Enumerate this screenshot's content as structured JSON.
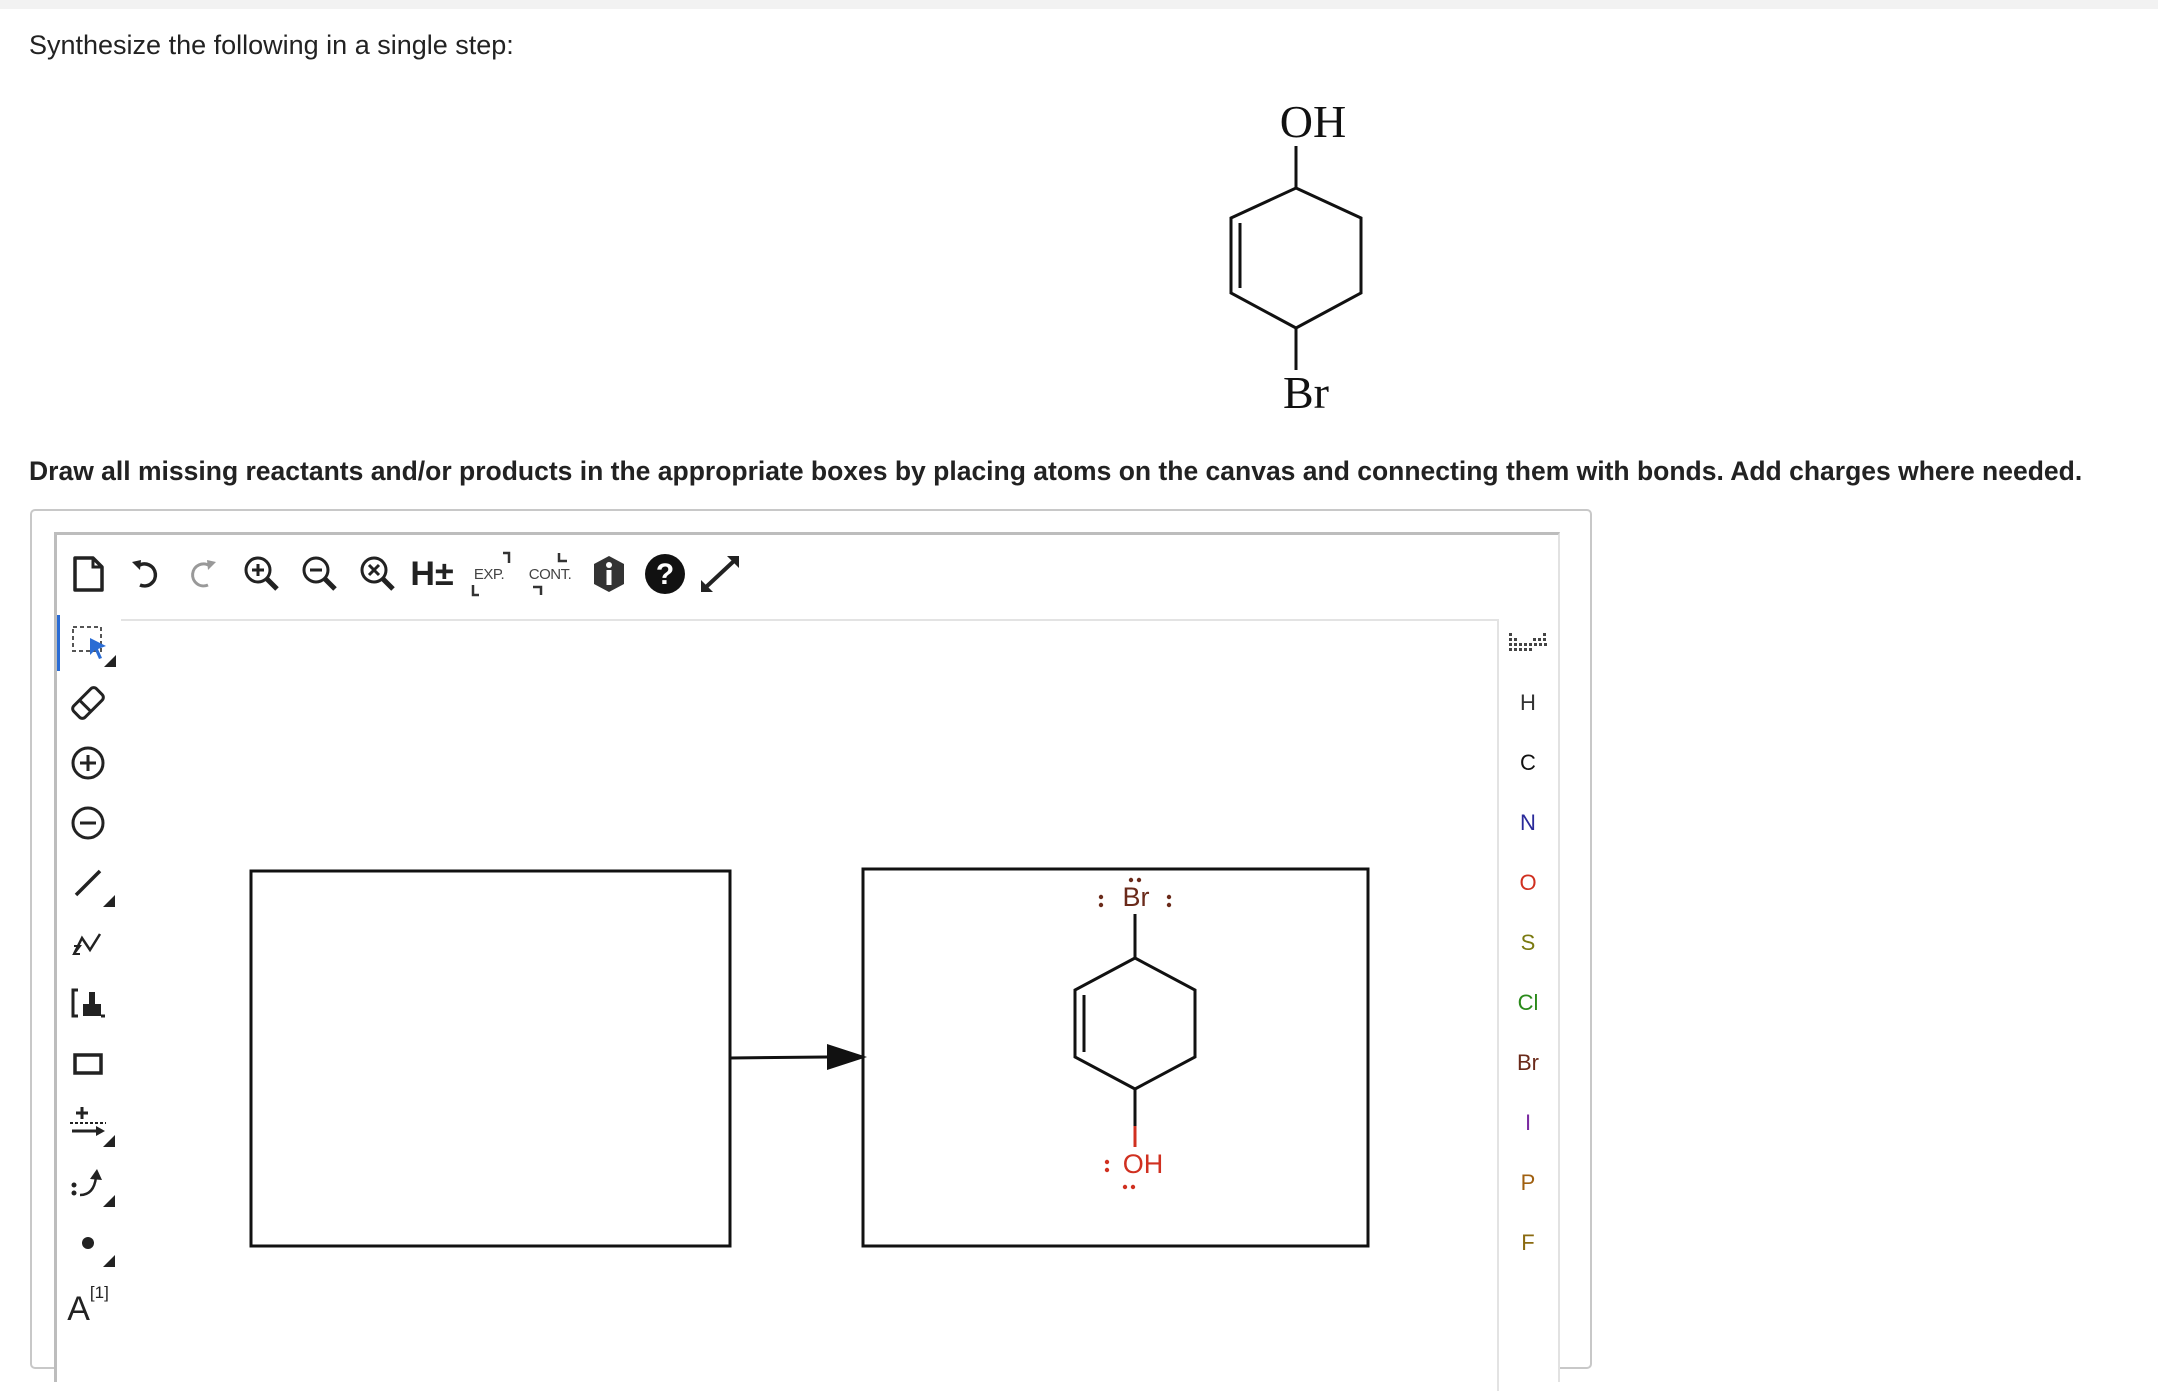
{
  "question": {
    "text": "Synthesize the following in a single step:"
  },
  "target_molecule": {
    "top_substituent": "OH",
    "bottom_substituent": "Br"
  },
  "instruction": {
    "text": "Draw all missing reactants and/or products in the appropriate boxes by placing atoms on the canvas and connecting them with bonds. Add charges where needed."
  },
  "toolbar_top": {
    "expand_label": "EXP.",
    "contract_label": "CONT.",
    "hydrogen_label": "H±",
    "icons": [
      "new-document-icon",
      "undo-icon",
      "redo-icon",
      "zoom-in-icon",
      "zoom-out-icon",
      "zoom-reset-icon",
      "hydrogen-toggle-icon",
      "expand-icon",
      "contract-icon",
      "info-icon",
      "help-icon",
      "fullscreen-icon"
    ]
  },
  "toolbar_left": {
    "icons": [
      "selection-icon",
      "eraser-icon",
      "positive-charge-icon",
      "negative-charge-icon",
      "single-bond-icon",
      "chain-icon",
      "sgroup-icon",
      "template-ring-icon",
      "reaction-arrow-icon",
      "electron-flow-icon",
      "radical-icon",
      "atom-mapping-icon"
    ],
    "atom_mapping_label": "A",
    "atom_mapping_superscript": "[1]"
  },
  "elements": [
    {
      "symbol": "H",
      "color": "#333333"
    },
    {
      "symbol": "C",
      "color": "#111111"
    },
    {
      "symbol": "N",
      "color": "#2a2a9a"
    },
    {
      "symbol": "O",
      "color": "#d03020"
    },
    {
      "symbol": "S",
      "color": "#7a7a10"
    },
    {
      "symbol": "Cl",
      "color": "#2a8a1a"
    },
    {
      "symbol": "Br",
      "color": "#6a2a1a"
    },
    {
      "symbol": "I",
      "color": "#7a2aa0"
    },
    {
      "symbol": "P",
      "color": "#a06010"
    },
    {
      "symbol": "F",
      "color": "#8a6a10"
    }
  ],
  "canvas": {
    "product_molecule": {
      "top_substituent": "Br",
      "bottom_substituent": "OH"
    },
    "reactant_box": "empty"
  },
  "colors": {
    "active_tool": "#2a6cd4",
    "oxygen": "#d03020",
    "bromine": "#6a2a1a"
  }
}
